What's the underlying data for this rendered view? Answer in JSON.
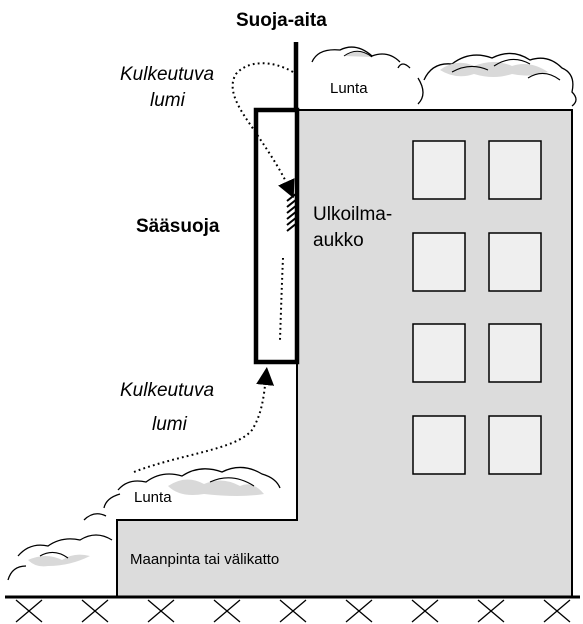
{
  "labels": {
    "suoja_aita": "Suoja-aita",
    "kulkeutuva_lumi_top_1": "Kulkeutuva",
    "kulkeutuva_lumi_top_2": "lumi",
    "lunta_top": "Lunta",
    "saasuoja": "Sääsuoja",
    "ulkoilma_1": "Ulkoilma-",
    "ulkoilma_2": "aukko",
    "kulkeutuva_lumi_bottom_1": "Kulkeutuva",
    "kulkeutuva_lumi_bottom_2": "lumi",
    "lunta_bottom": "Lunta",
    "maanpinta": "Maanpinta tai välikatto"
  },
  "colors": {
    "building_fill": "#dcdcdc",
    "window_fill": "#efefef",
    "snow_shade": "#d9d9d9",
    "line": "#000000"
  }
}
